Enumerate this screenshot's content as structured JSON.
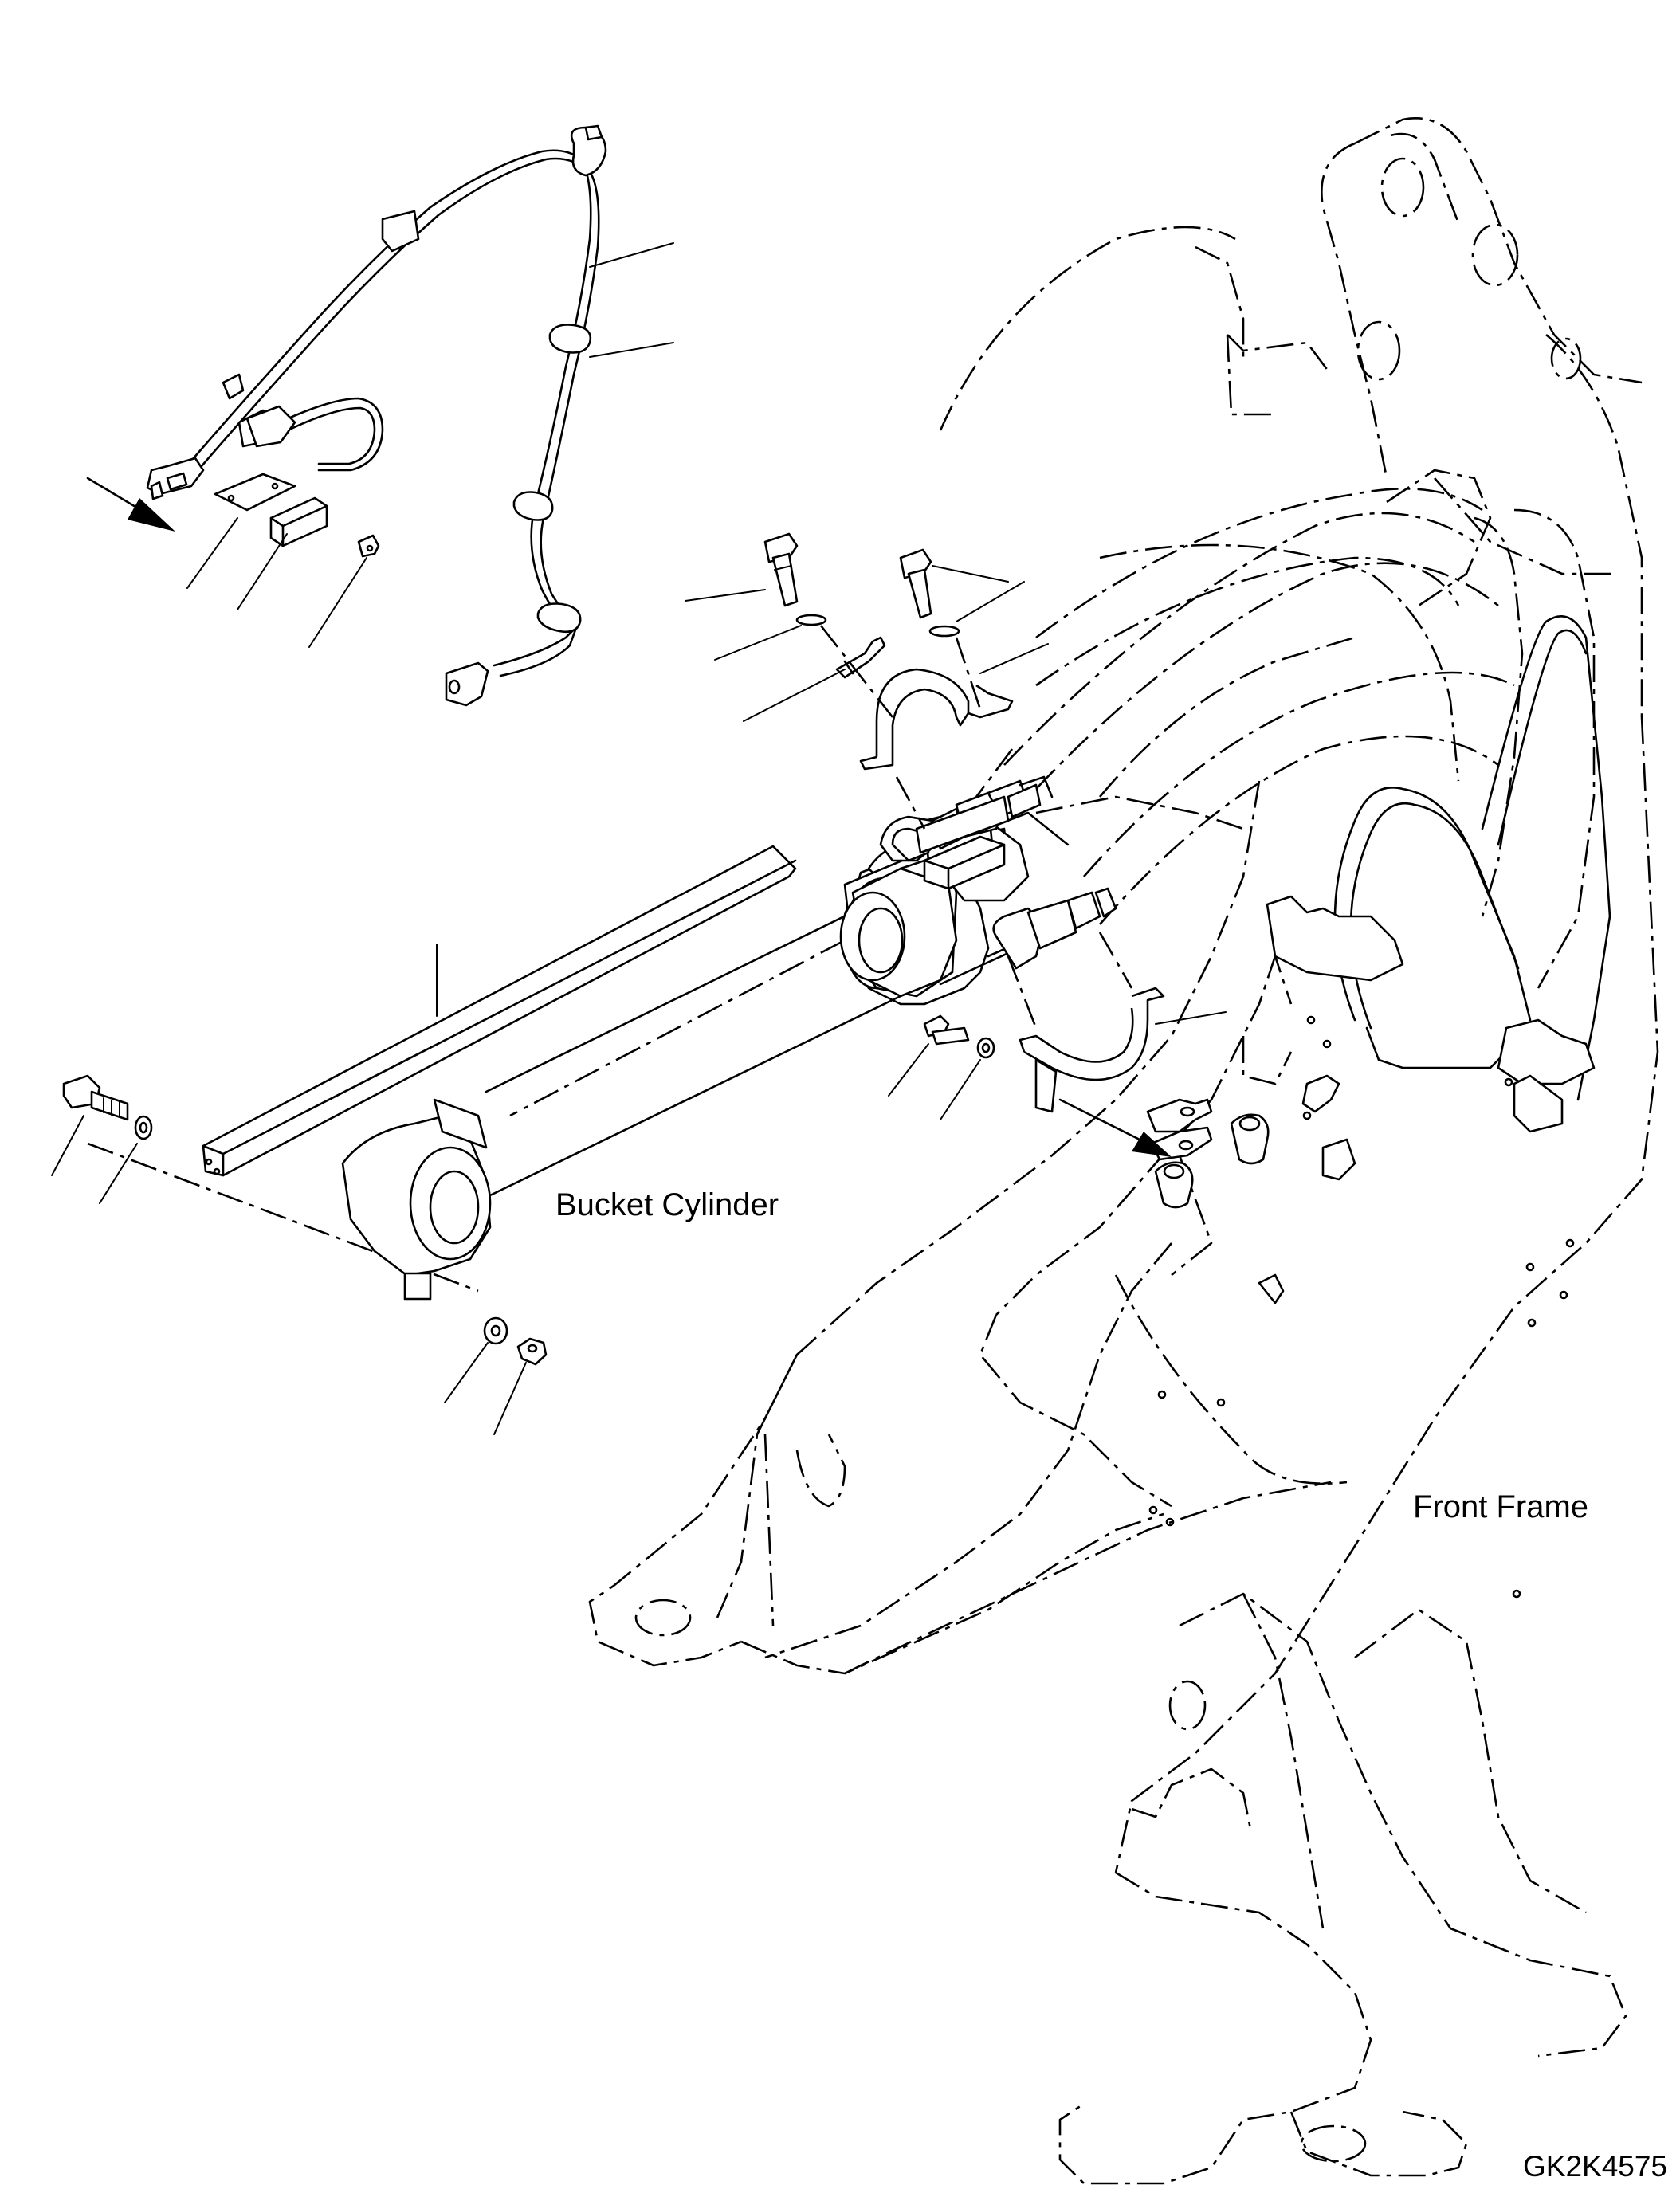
{
  "labels": {
    "bucket_cylinder": "Bucket Cylinder",
    "front_frame": "Front Frame",
    "drawing_code": "GK2K4575"
  }
}
